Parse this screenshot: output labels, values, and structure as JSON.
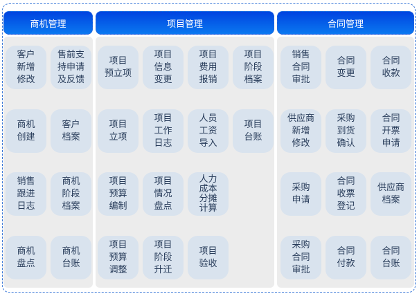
{
  "sections": [
    {
      "title": "商机管理",
      "tiles": [
        {
          "label": "客户\n新增\n修改"
        },
        {
          "label": "售前支\n持申请\n及反馈"
        },
        {
          "label": "商机\n创建"
        },
        {
          "label": "客户\n档案"
        },
        {
          "label": "销售\n跟进\n日志"
        },
        {
          "label": "商机\n阶段\n档案"
        },
        {
          "label": "商机\n盘点"
        },
        {
          "label": "商机\n台账"
        }
      ]
    },
    {
      "title": "项目管理",
      "tiles": [
        {
          "label": "项目\n预立项"
        },
        {
          "label": "项目\n信息\n变更"
        },
        {
          "label": "项目\n费用\n报销"
        },
        {
          "label": "项目\n阶段\n档案"
        },
        {
          "label": "项目\n立项"
        },
        {
          "label": "项目\n工作\n日志"
        },
        {
          "label": "人员\n工资\n导入"
        },
        {
          "label": "项目\n台账"
        },
        {
          "label": "项目\n预算\n编制"
        },
        {
          "label": "项目\n情况\n盘点"
        },
        {
          "label": "人力\n成本\n分摊\n计算"
        },
        {
          "label": "项目\n预算\n调整"
        },
        {
          "label": "项目\n阶段\n升迁"
        },
        {
          "label": "项目\n验收"
        }
      ]
    },
    {
      "title": "合同管理",
      "tiles": [
        {
          "label": "销售\n合同\n审批"
        },
        {
          "label": "合同\n变更"
        },
        {
          "label": "合同\n收款"
        },
        {
          "label": "供应商\n新增\n修改"
        },
        {
          "label": "采购\n到货\n确认"
        },
        {
          "label": "合同\n开票\n申请"
        },
        {
          "label": "采购\n申请"
        },
        {
          "label": "合同\n收票\n登记"
        },
        {
          "label": "供应商\n档案"
        },
        {
          "label": "采购\n合同\n审批"
        },
        {
          "label": "合同\n付款"
        },
        {
          "label": "合同\n台账"
        }
      ]
    }
  ],
  "colors": {
    "header_top": "#0043e0",
    "header_bottom": "#0a78f0",
    "panel_bg": "#ececec",
    "tile_bg": "#d9e3ee",
    "tile_text": "#283c5a",
    "frame_border": "#3a78d8"
  }
}
